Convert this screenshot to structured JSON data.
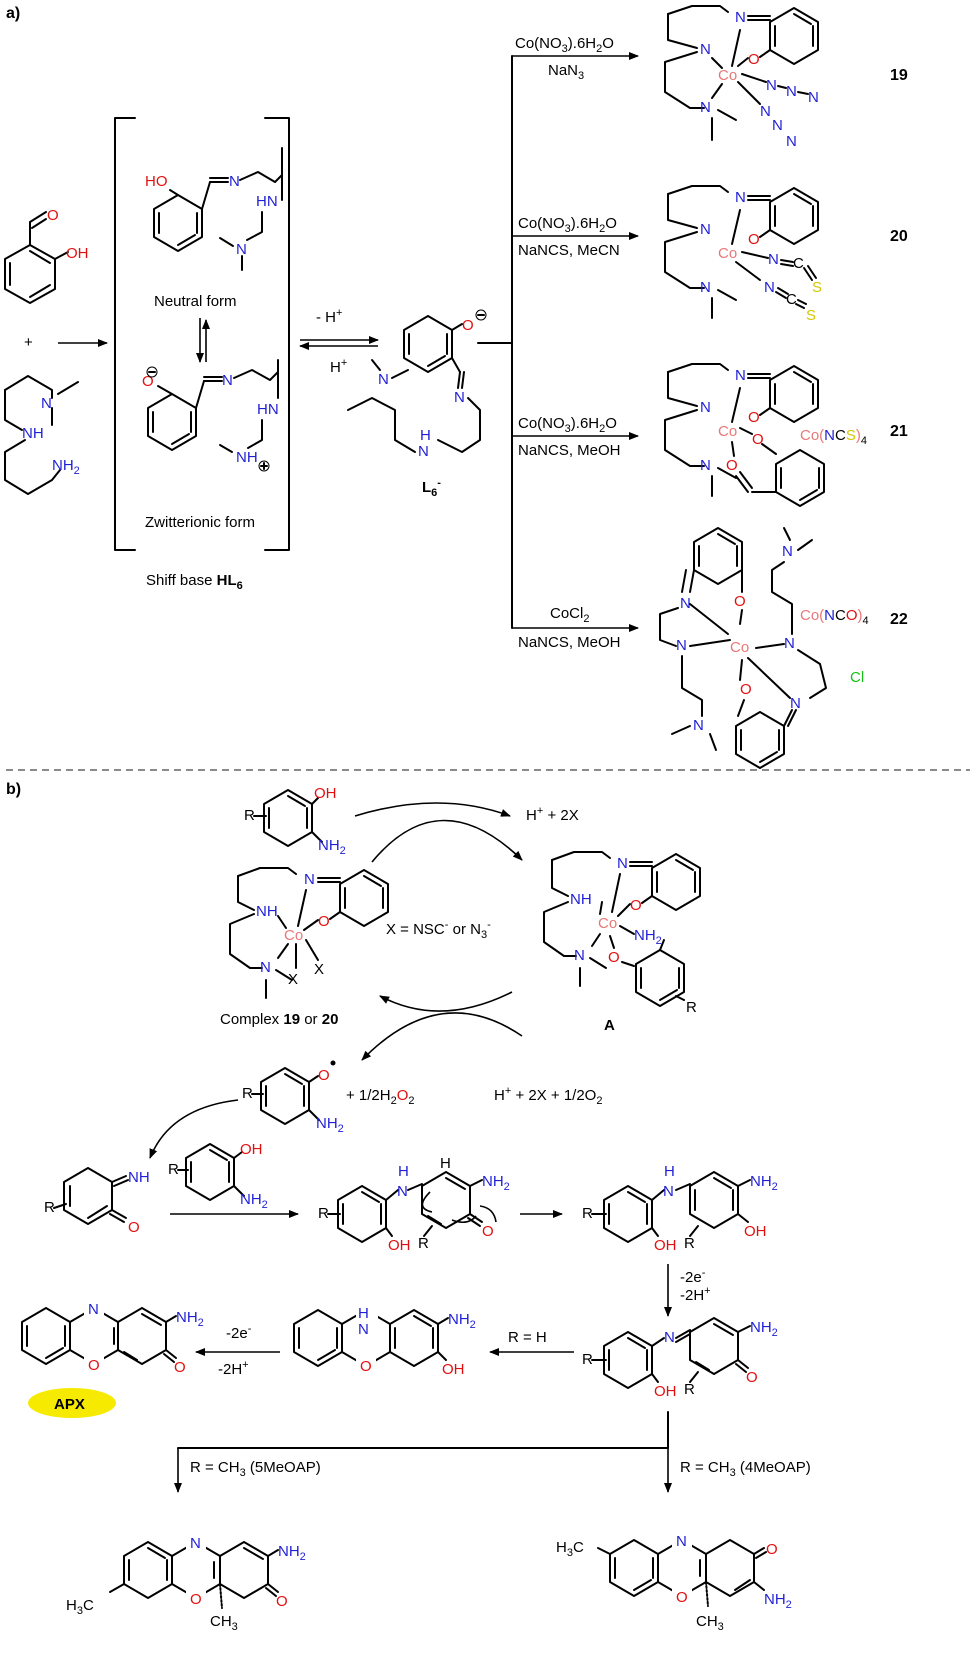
{
  "panels": {
    "a_label": "a)",
    "b_label": "b)"
  },
  "panel_a": {
    "plus": "+",
    "neutral_form": "Neutral form",
    "zwitterionic_form": "Zwitterionic form",
    "shiff_base_prefix": "Shiff base ",
    "shiff_base_name": "HL",
    "shiff_base_sub": "6",
    "deprot": "- H",
    "prot": "H",
    "ligand": "L",
    "ligand_sub": "6",
    "reactions": [
      {
        "line1": "Co(NO3).6H2O",
        "line2": "NaN3",
        "number": "19"
      },
      {
        "line1": "Co(NO3).6H2O",
        "line2": "NaNCS, MeCN",
        "number": "20"
      },
      {
        "line1": "Co(NO3).6H2O",
        "line2": "NaNCS, MeOH",
        "number": "21",
        "counter": "Co(NCS)4"
      },
      {
        "line1": "CoCl2",
        "line2": "NaNCS, MeOH",
        "number": "22",
        "counter": "Co(NCO)4",
        "chloride": "Cl"
      }
    ]
  },
  "panel_b": {
    "h_2x": "H+ + 2X",
    "x_def": "X = NSC- or  N3-",
    "complex_label_prefix": "Complex ",
    "complex_19": "19",
    "complex_or": " or ",
    "complex_20": "20",
    "intermediate": "A",
    "h2o2": "1/2H2O2",
    "h_2x_o2": "H+ + 2X + 1/2O2",
    "minus2e": "-2e-",
    "minus2h": "-2H+",
    "r_h": "R = H",
    "apx": "APX",
    "r_5meoap": "R = CH3 (5MeOAP)",
    "r_4meoap": "R = CH3 (4MeOAP)"
  },
  "colors": {
    "nitrogen": "#1f1fd6",
    "oxygen": "#e01010",
    "cobalt": "#e87878",
    "sulfur": "#d4c800",
    "chlorine": "#18c018",
    "apx_badge": "#f5ea00"
  }
}
